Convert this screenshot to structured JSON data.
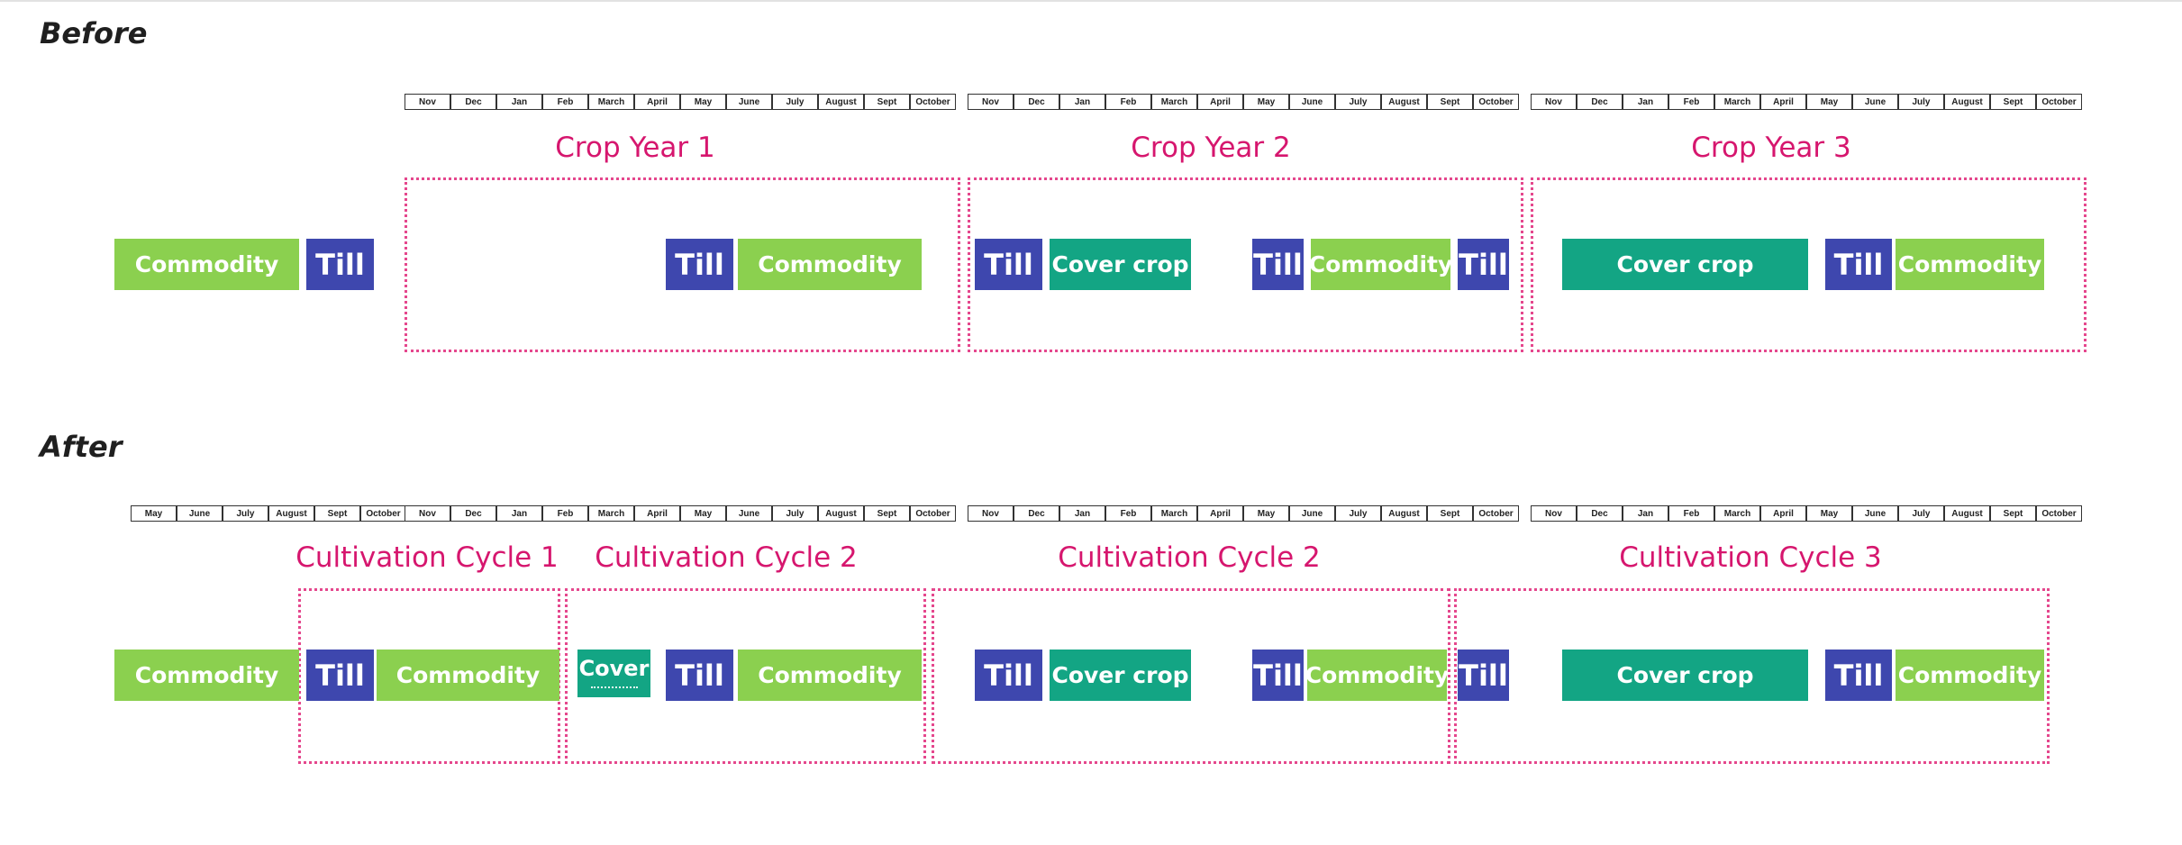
{
  "sections": {
    "before": {
      "title": "Before"
    },
    "after": {
      "title": "After"
    }
  },
  "months": {
    "nov_oct": [
      "Nov",
      "Dec",
      "Jan",
      "Feb",
      "March",
      "April",
      "May",
      "June",
      "July",
      "August",
      "Sept",
      "October"
    ],
    "may_oct": [
      "May",
      "June",
      "July",
      "August",
      "Sept",
      "October"
    ]
  },
  "blocks": {
    "commodity": "Commodity",
    "till": "Till",
    "cover_crop": "Cover crop",
    "cover": "Cover"
  },
  "before": {
    "groups": [
      {
        "label": "Crop Year 1"
      },
      {
        "label": "Crop Year 2"
      },
      {
        "label": "Crop Year 3"
      }
    ]
  },
  "after": {
    "groups": [
      {
        "label": "Cultivation Cycle 1"
      },
      {
        "label": "Cultivation Cycle 2"
      },
      {
        "label": "Cultivation Cycle 2"
      },
      {
        "label": "Cultivation Cycle 3"
      }
    ]
  },
  "colors": {
    "commodity": "#8bd04f",
    "cover_crop": "#13a584",
    "till": "#3e47ae",
    "label": "#d6166e",
    "frame": "#e5478d"
  }
}
